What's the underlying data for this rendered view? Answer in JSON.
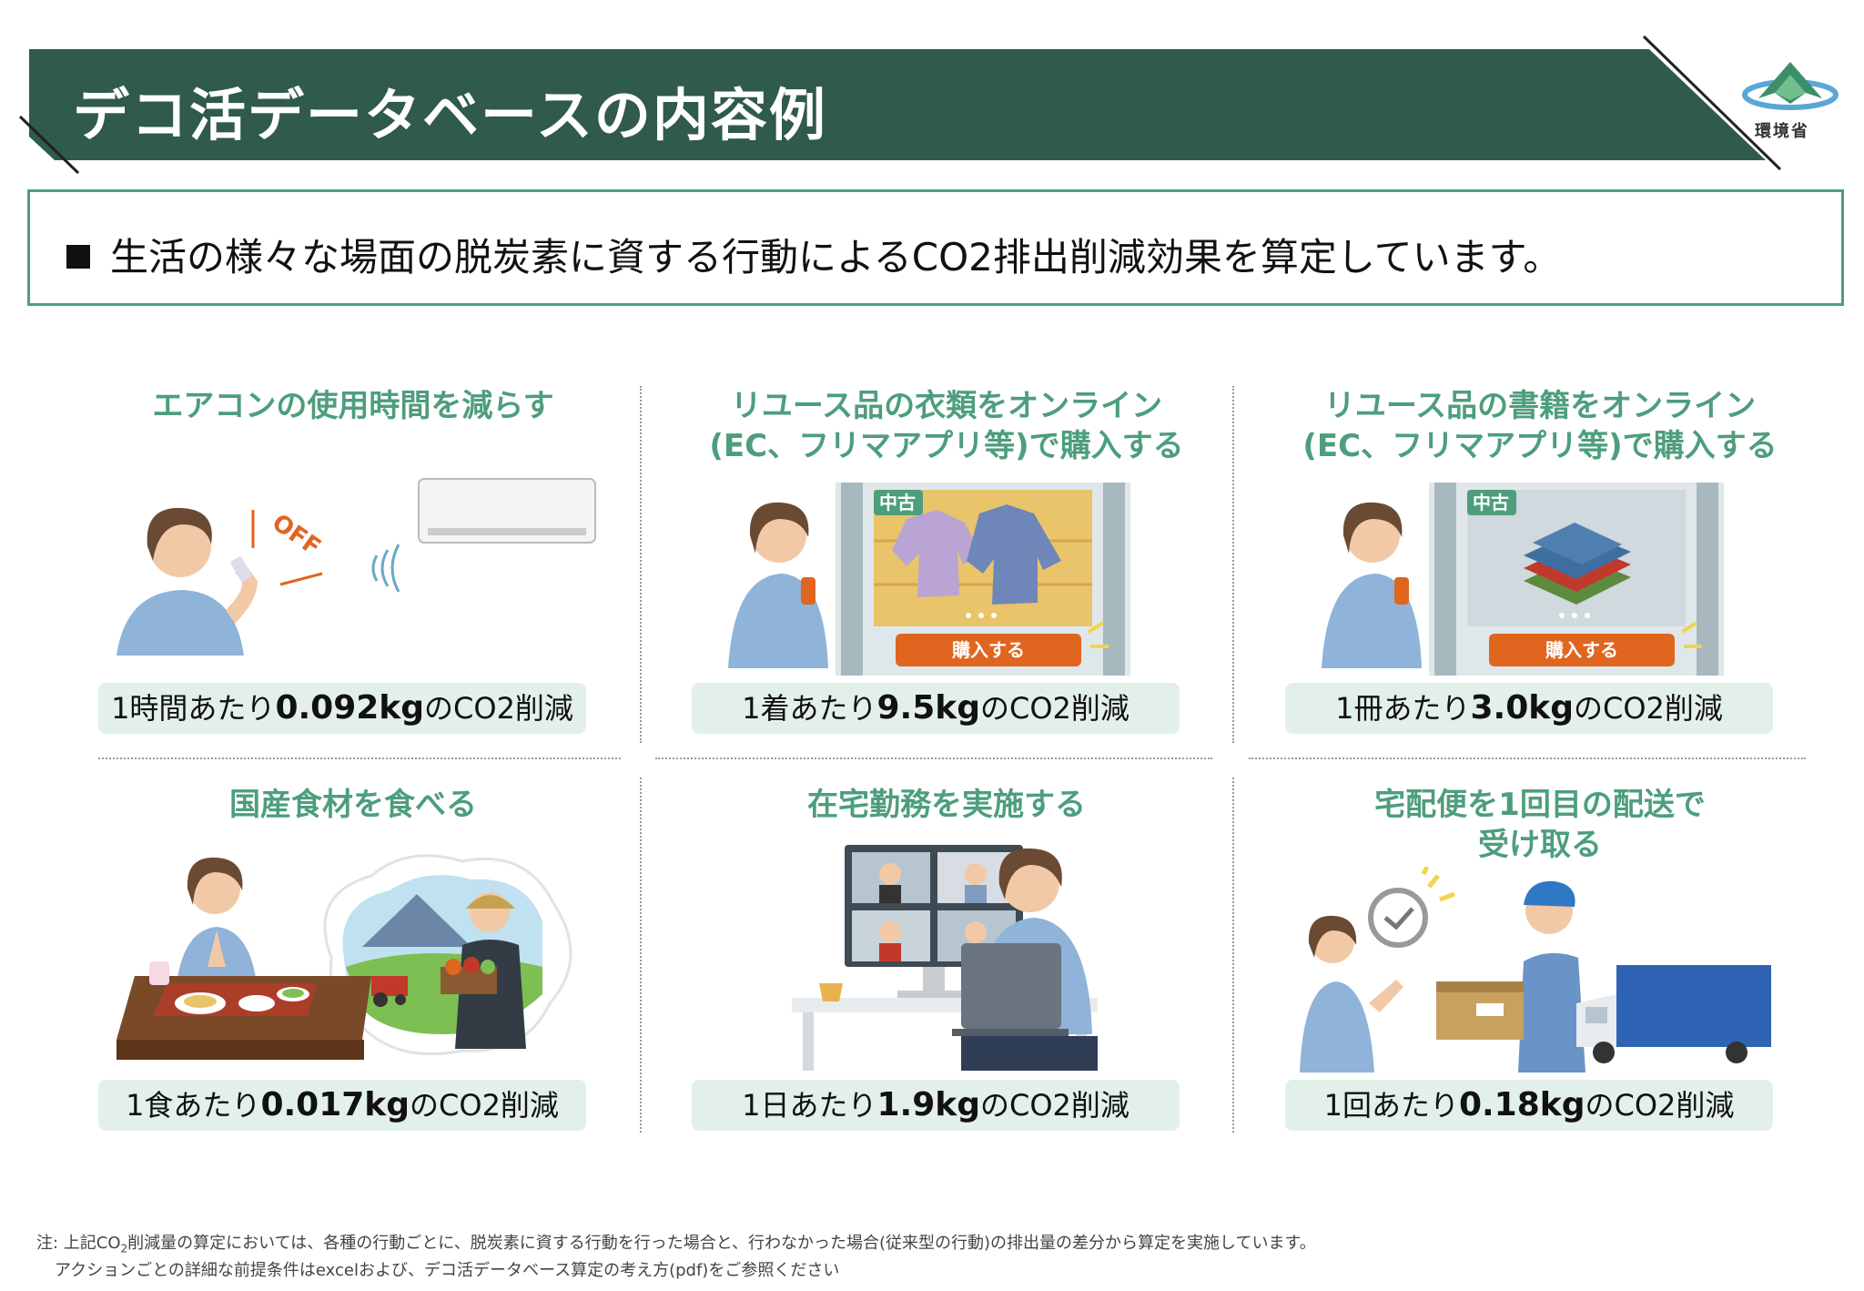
{
  "header": {
    "title": "デコ活データベースの内容例",
    "logo_text": "環境省"
  },
  "summary": {
    "text": "生活の様々な場面の脱炭素に資する行動によるCO2排出削減効果を算定しています。"
  },
  "cards": [
    {
      "title": "エアコンの使用時間を減らす",
      "title2": "",
      "pre": "1時間あたり",
      "value": "0.092kg",
      "post": "のCO2削減",
      "off_label": "OFF"
    },
    {
      "title": "リユース品の衣類をオンライン",
      "title2": "(EC、フリマアプリ等)で購入する",
      "pre": "1着あたり",
      "value": "9.5kg",
      "post": "のCO2削減",
      "tag": "中古",
      "buy": "購入する"
    },
    {
      "title": "リユース品の書籍をオンライン",
      "title2": "(EC、フリマアプリ等)で購入する",
      "pre": "1冊あたり",
      "value": "3.0kg",
      "post": "のCO2削減",
      "tag": "中古",
      "buy": "購入する"
    },
    {
      "title": "国産食材を食べる",
      "title2": "",
      "pre": "1食あたり",
      "value": "0.017kg",
      "post": "のCO2削減"
    },
    {
      "title": "在宅勤務を実施する",
      "title2": "",
      "pre": "1日あたり",
      "value": "1.9kg",
      "post": "のCO2削減"
    },
    {
      "title": "宅配便を1回目の配送で",
      "title2": "受け取る",
      "pre": "1回あたり",
      "value": "0.18kg",
      "post": "のCO2削減"
    }
  ],
  "footnote": {
    "line1_a": "注: 上記CO",
    "line1_sub": "2",
    "line1_b": "削減量の算定においては、各種の行動ごとに、脱炭素に資する行動を行った場合と、行わなかった場合(従来型の行動)の排出量の差分から算定を実施しています。",
    "line2": "アクションごとの詳細な前提条件はexcelおよび、デコ活データベース算定の考え方(pdf)をご参照ください"
  },
  "colors": {
    "banner": "#2f5a4c",
    "accent": "#4d9e7c",
    "pill": "#e3f0ea",
    "buy_button": "#e0651f"
  }
}
